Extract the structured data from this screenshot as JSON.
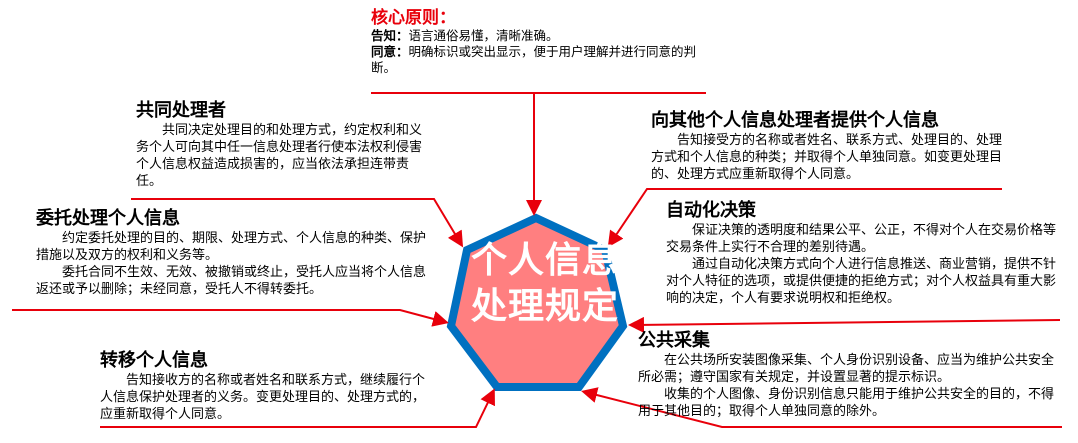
{
  "center": {
    "line1": "个人信息",
    "line2": "处理规定",
    "fill_color": "#ff7f80",
    "border_color": "#0070c0"
  },
  "colors": {
    "connector": "#e8000b",
    "core_title": "#e8000b"
  },
  "core_principles": {
    "title": "核心原则：",
    "items": [
      {
        "label": "告知：",
        "text": "语言通俗易懂，清晰准确。"
      },
      {
        "label": "同意：",
        "text": "明确标识或突出显示，便于用户理解并进行同意的判断。"
      }
    ]
  },
  "nodes": {
    "joint_processor": {
      "title": "共同处理者",
      "paragraphs": [
        "共同决定处理目的和处理方式，约定权利和义务个人可向其中任一信息处理者行使本法权利侵害个人信息权益造成损害的，应当依法承担连带责任。"
      ]
    },
    "entrusted_processing": {
      "title": "委托处理个人信息",
      "paragraphs": [
        "约定委托处理的目的、期限、处理方式、个人信息的种类、保护措施以及双方的权利和义务等。",
        "委托合同不生效、无效、被撤销或终止，受托人应当将个人信息返还或予以删除；未经同意，受托人不得转委托。"
      ]
    },
    "transfer": {
      "title": "转移个人信息",
      "paragraphs": [
        "告知接收方的名称或者姓名和联系方式，继续履行个人信息保护处理者的义务。变更处理目的、处理方式的，应重新取得个人同意。"
      ]
    },
    "provide_to_others": {
      "title": "向其他个人信息处理者提供个人信息",
      "paragraphs": [
        "告知接受方的名称或者姓名、联系方式、处理目的、处理方式和个人信息的种类；并取得个人单独同意。如变更处理目的、处理方式应重新取得个人同意。"
      ]
    },
    "automated_decision": {
      "title": "自动化决策",
      "paragraphs": [
        "保证决策的透明度和结果公平、公正，不得对个人在交易价格等交易条件上实行不合理的差别待遇。",
        "通过自动化决策方式向个人进行信息推送、商业营销，提供不针对个人特征的选项，或提供便捷的拒绝方式；对个人权益具有重大影响的决定，个人有要求说明权和拒绝权。"
      ]
    },
    "public_collection": {
      "title": "公共采集",
      "paragraphs": [
        "在公共场所安装图像采集、个人身份识别设备、应当为维护公共安全所必需；遵守国家有关规定，并设置显著的提示标识。",
        "收集的个人图像、身份识别信息只能用于维护公共安全的目的，不得用于其他目的；取得个人单独同意的除外。"
      ]
    }
  }
}
